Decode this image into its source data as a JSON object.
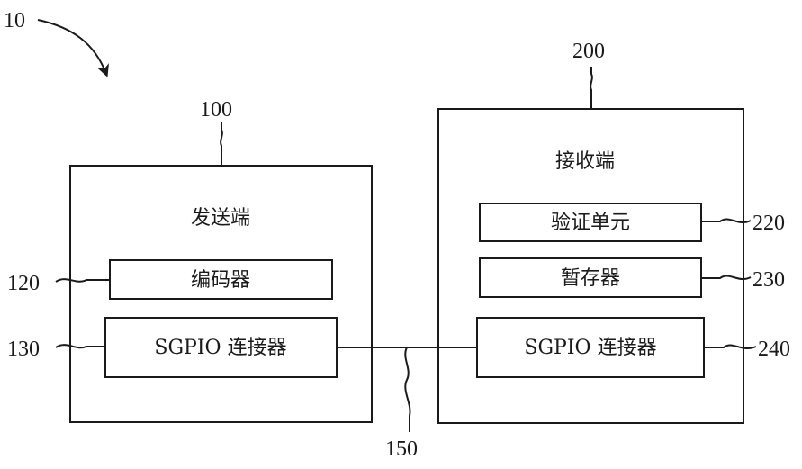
{
  "figure_ref": "10",
  "sender": {
    "ref": "100",
    "title": "发送端",
    "encoder": {
      "ref": "120",
      "label": "编码器"
    },
    "connector": {
      "ref": "130",
      "label": "SGPIO 连接器"
    }
  },
  "receiver": {
    "ref": "200",
    "title": "接收端",
    "verify": {
      "ref": "220",
      "label": "验证单元"
    },
    "buffer": {
      "ref": "230",
      "label": "暂存器"
    },
    "connector": {
      "ref": "240",
      "label": "SGPIO 连接器"
    }
  },
  "link": {
    "ref": "150"
  }
}
